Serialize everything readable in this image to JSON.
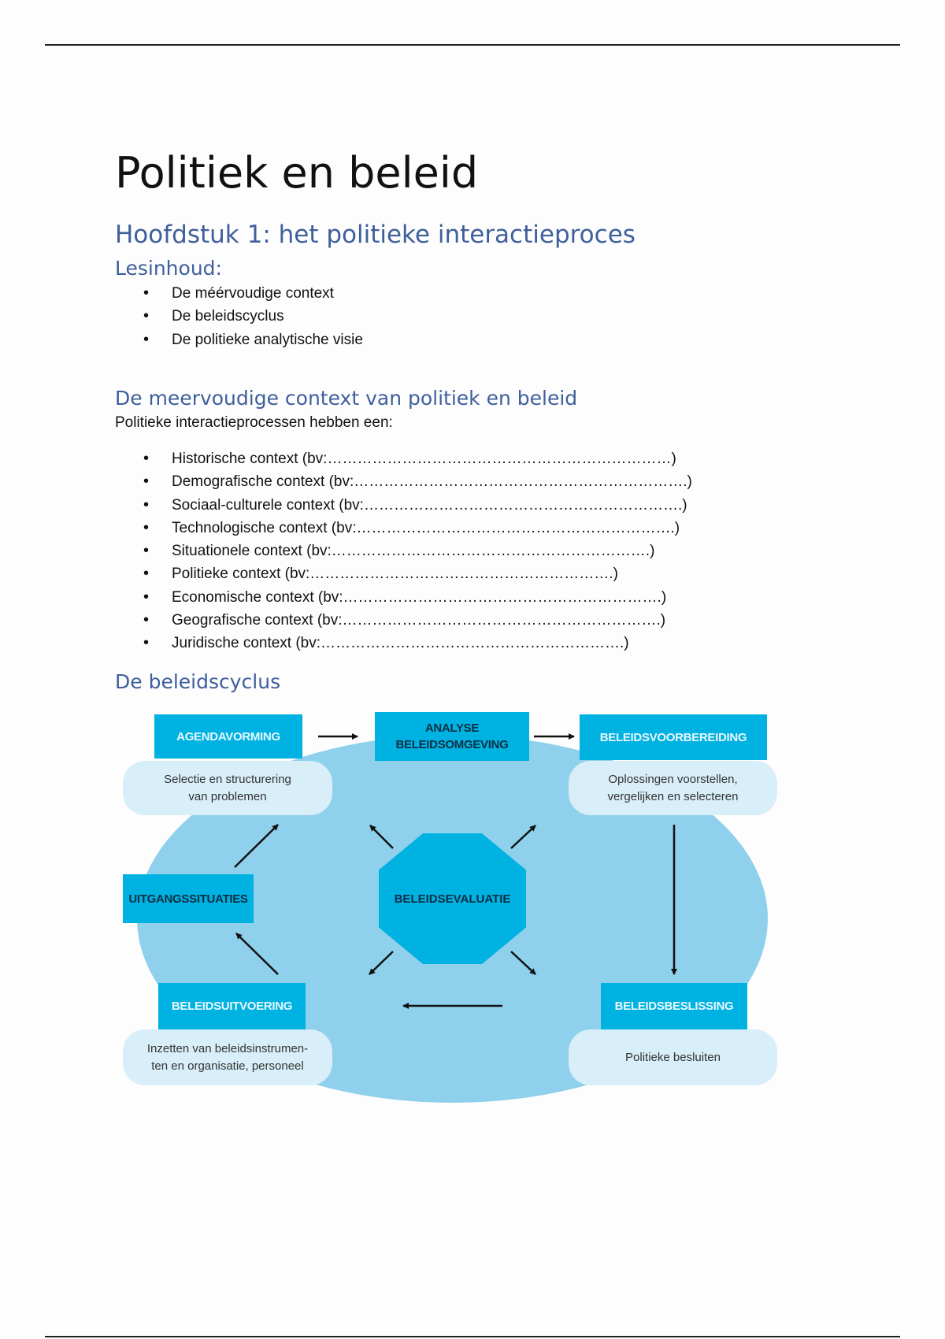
{
  "document": {
    "title": "Politiek en beleid",
    "chapter_heading": "Hoofdstuk 1: het politieke interactieproces",
    "lesson_heading": "Lesinhoud:",
    "lesson_items": [
      "De méérvoudige context",
      "De beleidscyclus",
      "De politieke analytische visie"
    ],
    "context_section": {
      "heading": "De meervoudige context van politiek en beleid",
      "intro": "Politieke interactieprocessen hebben een:",
      "items": [
        "Historische context (bv:……………………………………………………………)",
        "Demografische context (bv:………………………………………………………….)",
        "Sociaal-culturele context (bv:……………………………………………………….)",
        "Technologische context (bv:……………………………………………………….)",
        "Situationele context (bv:……………………………………………………….)",
        "Politieke context (bv:…………………………………………………….)",
        "Economische context (bv:……………………………………………………….)",
        "Geografische context (bv:……………………………………………………….)",
        "Juridische context (bv:…………………………………………………….)"
      ]
    },
    "cycle_section": {
      "heading": "De beleidscyclus",
      "diagram": {
        "agendavorming": "AGENDAVORMING",
        "agendavorming_desc": [
          "Selectie en structurering",
          "van problemen"
        ],
        "analyse": [
          "ANALYSE",
          "BELEIDSOMGEVING"
        ],
        "voorbereiding": "BELEIDSVOORBEREIDING",
        "voorbereiding_desc": [
          "Oplossingen voorstellen,",
          "vergelijken en selecteren"
        ],
        "uitgangssituaties": "UITGANGSSITUATIES",
        "evaluatie": "BELEIDSEVALUATIE",
        "uitvoering": "BELEIDSUITVOERING",
        "uitvoering_desc": [
          "Inzetten van beleidsinstrumen-",
          "ten en organisatie, personeel"
        ],
        "beslissing": "BELEIDSBESLISSING",
        "beslissing_desc": "Politieke besluiten"
      }
    }
  },
  "colors": {
    "heading": "#3f5f9c",
    "box": "#00b2e2",
    "ellipse": "#8fd0ec",
    "pill": "#d8eef8"
  }
}
